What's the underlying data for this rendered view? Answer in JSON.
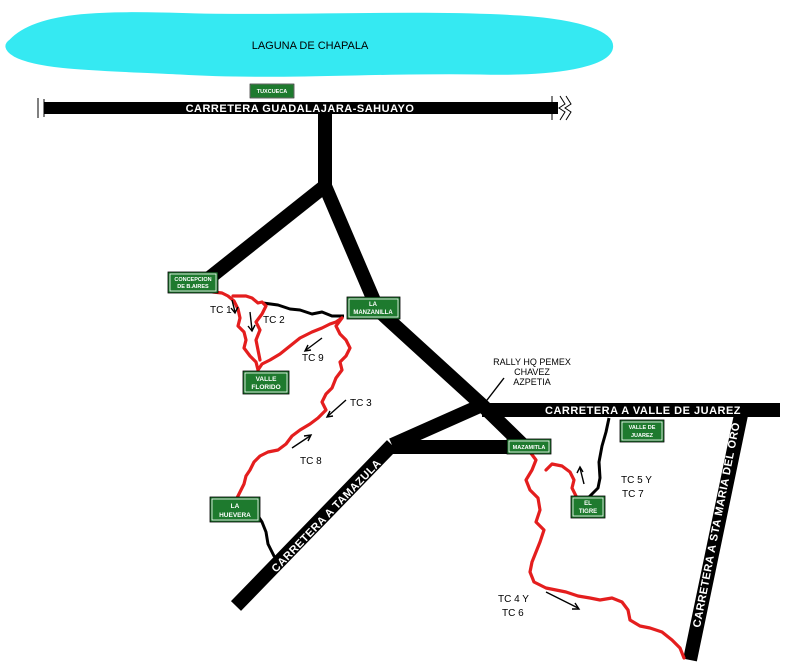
{
  "lake": {
    "name": "LAGUNA DE CHAPALA",
    "color": "#35e9f2"
  },
  "roads": {
    "guadalajara_sahuayo": "CARRETERA GUADALAJARA-SAHUAYO",
    "valle_de_juarez": "CARRETERA A VALLE DE JUAREZ",
    "tamazula": "CARRETERA A TAMAZULA",
    "sta_maria_del_oro": "CARRETERA A STA MARIA DEL ORO"
  },
  "towns": {
    "tuxcueca": "TUXCUECA",
    "concepcion_1": "CONCEPCION",
    "concepcion_2": "DE B.AIRES",
    "la_manzanilla_1": "LA",
    "la_manzanilla_2": "MANZANILLA",
    "valle_florido_1": "VALLE",
    "valle_florido_2": "FLORIDO",
    "la_huevera_1": "LA",
    "la_huevera_2": "HUEVERA",
    "mazamitla": "MAZAMITLA",
    "valle_de_juarez_1": "VALLE DE",
    "valle_de_juarez_2": "JUAREZ",
    "el_tigre_1": "EL",
    "el_tigre_2": "TIGRE"
  },
  "sign_color": "#1e7a2e",
  "stage_color": "#e41e1e",
  "rally_hq": {
    "line1": "RALLY HQ PEMEX",
    "line2": "CHAVEZ",
    "line3": "AZPETIA"
  },
  "stages": {
    "tc1": "TC 1",
    "tc2": "TC 2",
    "tc9": "TC 9",
    "tc3": "TC 3",
    "tc8": "TC 8",
    "tc5y": "TC 5 Y",
    "tc7": "TC 7",
    "tc4y": "TC 4 Y",
    "tc6": "TC 6"
  }
}
